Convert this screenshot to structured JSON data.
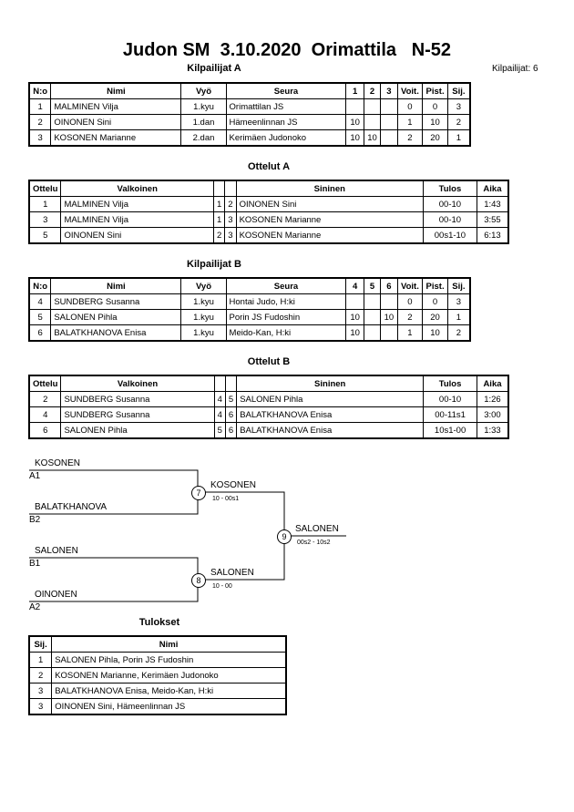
{
  "title": "Judon SM  3.10.2020  Orimattila   N-52",
  "competitors_count": "Kilpailijat: 6",
  "pool_a": {
    "heading": "Kilpailijat A",
    "headers": [
      "N:o",
      "Nimi",
      "Vyö",
      "Seura",
      "1",
      "2",
      "3",
      "Voit.",
      "Pist.",
      "Sij."
    ],
    "rows": [
      [
        "1",
        "MALMINEN Vilja",
        "1.kyu",
        "Orimattilan JS",
        "",
        "",
        "",
        "0",
        "0",
        "3"
      ],
      [
        "2",
        "OINONEN Sini",
        "1.dan",
        "Hämeenlinnan JS",
        "10",
        "",
        "",
        "1",
        "10",
        "2"
      ],
      [
        "3",
        "KOSONEN Marianne",
        "2.dan",
        "Kerimäen Judonoko",
        "10",
        "10",
        "",
        "2",
        "20",
        "1"
      ]
    ]
  },
  "matches_a": {
    "heading": "Ottelut A",
    "headers": [
      "Ottelu",
      "Valkoinen",
      "",
      "",
      "Sininen",
      "Tulos",
      "Aika"
    ],
    "rows": [
      [
        "1",
        "MALMINEN Vilja",
        "1",
        "2",
        "OINONEN Sini",
        "00-10",
        "1:43"
      ],
      [
        "3",
        "MALMINEN Vilja",
        "1",
        "3",
        "KOSONEN Marianne",
        "00-10",
        "3:55"
      ],
      [
        "5",
        "OINONEN Sini",
        "2",
        "3",
        "KOSONEN Marianne",
        "00s1-10",
        "6:13"
      ]
    ]
  },
  "pool_b": {
    "heading": "Kilpailijat B",
    "headers": [
      "N:o",
      "Nimi",
      "Vyö",
      "Seura",
      "4",
      "5",
      "6",
      "Voit.",
      "Pist.",
      "Sij."
    ],
    "rows": [
      [
        "4",
        "SUNDBERG Susanna",
        "1.kyu",
        "Hontai Judo, H:ki",
        "",
        "",
        "",
        "0",
        "0",
        "3"
      ],
      [
        "5",
        "SALONEN Pihla",
        "1.kyu",
        "Porin JS Fudoshin",
        "10",
        "",
        "10",
        "2",
        "20",
        "1"
      ],
      [
        "6",
        "BALATKHANOVA Enisa",
        "1.kyu",
        "Meido-Kan, H:ki",
        "10",
        "",
        "",
        "1",
        "10",
        "2"
      ]
    ]
  },
  "matches_b": {
    "heading": "Ottelut B",
    "headers": [
      "Ottelu",
      "Valkoinen",
      "",
      "",
      "Sininen",
      "Tulos",
      "Aika"
    ],
    "rows": [
      [
        "2",
        "SUNDBERG Susanna",
        "4",
        "5",
        "SALONEN Pihla",
        "00-10",
        "1:26"
      ],
      [
        "4",
        "SUNDBERG Susanna",
        "4",
        "6",
        "BALATKHANOVA Enisa",
        "00-11s1",
        "3:00"
      ],
      [
        "6",
        "SALONEN Pihla",
        "5",
        "6",
        "BALATKHANOVA Enisa",
        "10s1-00",
        "1:33"
      ]
    ]
  },
  "bracket": {
    "slot1": {
      "name": "KOSONEN",
      "seed": "A1"
    },
    "slot2": {
      "name": "BALATKHANOVA",
      "seed": "B2"
    },
    "slot3": {
      "name": "SALONEN",
      "seed": "B1"
    },
    "slot4": {
      "name": "OINONEN",
      "seed": "A2"
    },
    "semi1": {
      "num": "7",
      "winner": "KOSONEN",
      "score": "10 - 00s1"
    },
    "semi2": {
      "num": "8",
      "winner": "SALONEN",
      "score": "10 - 00"
    },
    "final": {
      "num": "9",
      "winner": "SALONEN",
      "score": "00s2 - 10s2"
    }
  },
  "results": {
    "heading": "Tulokset",
    "headers": [
      "Sij.",
      "Nimi"
    ],
    "rows": [
      [
        "1",
        "SALONEN Pihla, Porin JS Fudoshin"
      ],
      [
        "2",
        "KOSONEN Marianne, Kerimäen Judonoko"
      ],
      [
        "3",
        "BALATKHANOVA Enisa, Meido-Kan, H:ki"
      ],
      [
        "3",
        "OINONEN Sini, Hämeenlinnan JS"
      ]
    ]
  }
}
